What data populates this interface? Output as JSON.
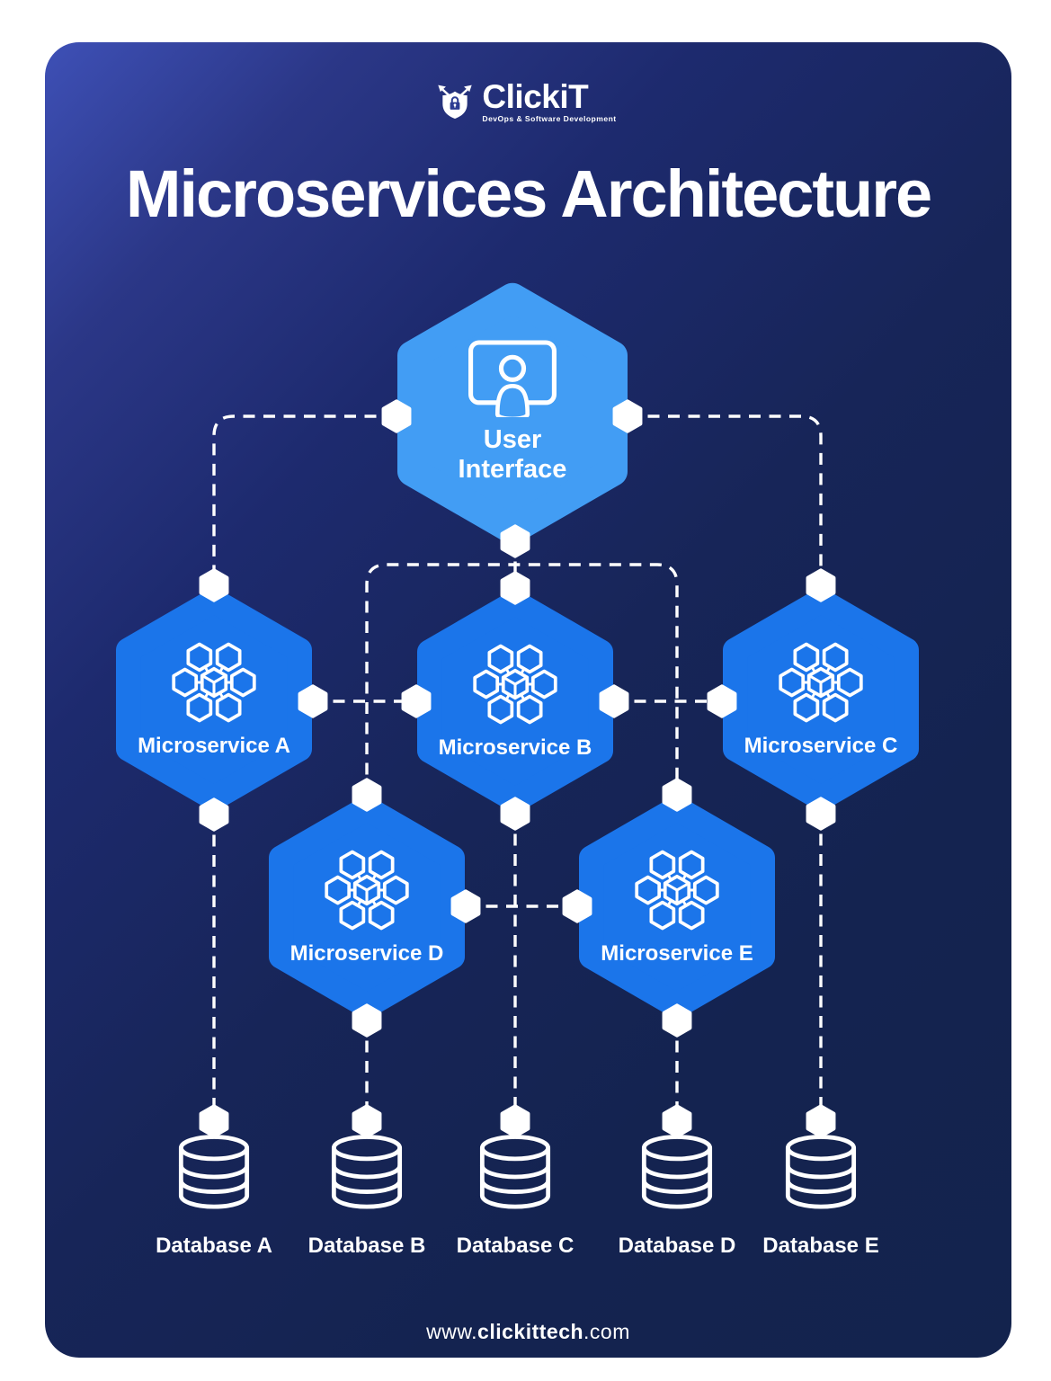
{
  "brand": {
    "name": "ClickiT",
    "tagline": "DevOps & Software Development",
    "website": {
      "prefix": "www.",
      "name": "clickittech",
      "suffix": ".com"
    }
  },
  "title": "Microservices Architecture",
  "diagram": {
    "user_interface": {
      "line1": "User",
      "line2": "Interface"
    },
    "microservices": [
      {
        "label": "Microservice A"
      },
      {
        "label": "Microservice B"
      },
      {
        "label": "Microservice C"
      },
      {
        "label": "Microservice D"
      },
      {
        "label": "Microservice E"
      }
    ],
    "databases": [
      {
        "label": "Database A"
      },
      {
        "label": "Database B"
      },
      {
        "label": "Database C"
      },
      {
        "label": "Database D"
      },
      {
        "label": "Database E"
      }
    ],
    "icons": {
      "brand": "shield-lock-arrows-icon",
      "user_interface": "monitor-user-icon",
      "microservice": "hexagon-cluster-cube-icon",
      "database": "cylinder-database-icon",
      "connector": "hexagon-node"
    },
    "connection_style": "dashed"
  },
  "colors": {
    "page_background": "#ffffff",
    "card_gradient_start": "#3e50b6",
    "card_gradient_end": "#13234d",
    "ui_hexagon": "#429df4",
    "microservice_hexagon": "#1b75ea",
    "text": "#ffffff"
  }
}
